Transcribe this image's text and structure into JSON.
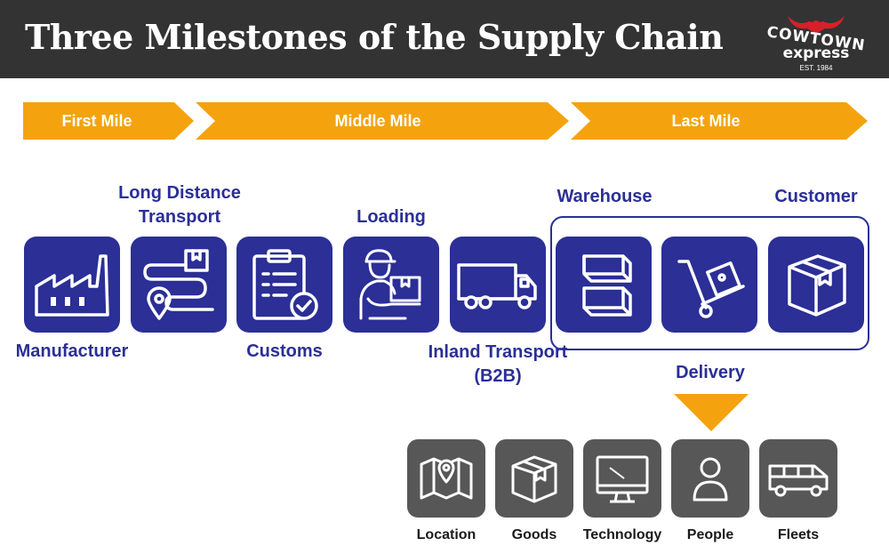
{
  "header": {
    "title": "Three Milestones of the Supply Chain",
    "logo": {
      "line1": "COWTOWN",
      "line2": "express",
      "est": "EST. 1984"
    }
  },
  "colors": {
    "header_bg": "#333333",
    "arrow": "#f4a30f",
    "tile": "#2b2f96",
    "gray_tile": "#575757"
  },
  "milestones": [
    "First Mile",
    "Middle Mile",
    "Last Mile"
  ],
  "steps": [
    {
      "label": "Manufacturer",
      "icon": "factory-icon"
    },
    {
      "label": "Long Distance Transport",
      "icon": "route-map-icon"
    },
    {
      "label": "Customs",
      "icon": "clipboard-check-icon"
    },
    {
      "label": "Loading",
      "icon": "delivery-worker-icon"
    },
    {
      "label": "Inland Transport (B2B)",
      "icon": "truck-icon"
    },
    {
      "label": "Warehouse",
      "icon": "stacked-boxes-icon"
    },
    {
      "label": "Delivery",
      "icon": "hand-truck-icon"
    },
    {
      "label": "Customer",
      "icon": "package-icon"
    }
  ],
  "delivery_factors": [
    {
      "label": "Location",
      "icon": "map-pin-icon"
    },
    {
      "label": "Goods",
      "icon": "box-icon"
    },
    {
      "label": "Technology",
      "icon": "monitor-icon"
    },
    {
      "label": "People",
      "icon": "person-icon"
    },
    {
      "label": "Fleets",
      "icon": "van-icon"
    }
  ]
}
